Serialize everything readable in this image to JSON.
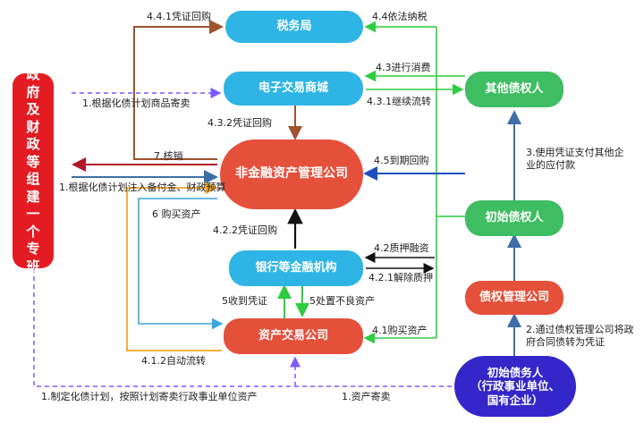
{
  "nodes": {
    "tax_bureau": "税务局",
    "ecommerce_mall": "电子交易商城",
    "nonfinancial_amc": "非金融资产管理公司",
    "bank_institutions": "银行等金融机构",
    "asset_exchange": "资产交易公司",
    "other_creditors": "其他债权人",
    "initial_creditor": "初始债权人",
    "debt_mgmt_company": "债权管理公司",
    "initial_debtor": [
      "初始债务人",
      "（行政事业单位、",
      "国有企业）"
    ],
    "government_team": [
      "政",
      "府",
      "及",
      "财",
      "政",
      "等",
      "组",
      "建",
      "一",
      "个",
      "专",
      "班"
    ]
  },
  "labels": {
    "voucher_buyback_441": "4.4.1凭证回购",
    "pay_tax_44": "4.4依法纳税",
    "shopping_43": "4.3进行消费",
    "continue_circulation_431": "4.3.1继续流转",
    "consign_goods_1": "1.根据化债计划商品寄卖",
    "voucher_buyback_432": "4.3.2凭证回购",
    "verify_7": "7.核销",
    "maturity_buyback_45": "4.5到期回购",
    "inject_funds_1": "1.根据化债计划注入备付金、财政预算",
    "buy_assets_6": "6 购买资产",
    "voucher_buyback_422": "4.2.2凭证回购",
    "pledge_financing_42": "4.2质押融资",
    "release_pledge_421": "4.2.1解除质押",
    "receive_voucher_5": "5收到凭证",
    "dispose_bad_assets_5": "5处置不良资产",
    "buy_assets_41": "4.1购买资产",
    "auto_circulation_412": "4.1.2自动流转",
    "formulate_plan_1": "1.制定化债计划，按照计划寄卖行政事业单位资产",
    "consign_assets_1": "1.资产寄卖",
    "use_voucher_3": "3.使用凭证支付其他企业的应付款",
    "convert_contract_2": "2.通过债权管理公司将政府合同债转为凭证"
  },
  "colors": {
    "blue_node": "#2eb5e6",
    "green_node": "#3fbd63",
    "red_node": "#e5503b",
    "purple_node": "#3327c9",
    "gov_red": "#e31b23",
    "brown_arrow": "#a0522d",
    "green_arrow": "#2ecc40",
    "purple_dashed": "#7b5cff",
    "maroon_arrow": "#b0172a",
    "navy_arrow": "#1f4fbf",
    "light_blue_arrow": "#3aa6e0",
    "orange_arrow": "#f5a623",
    "steel_arrow": "#3f6ea8"
  }
}
